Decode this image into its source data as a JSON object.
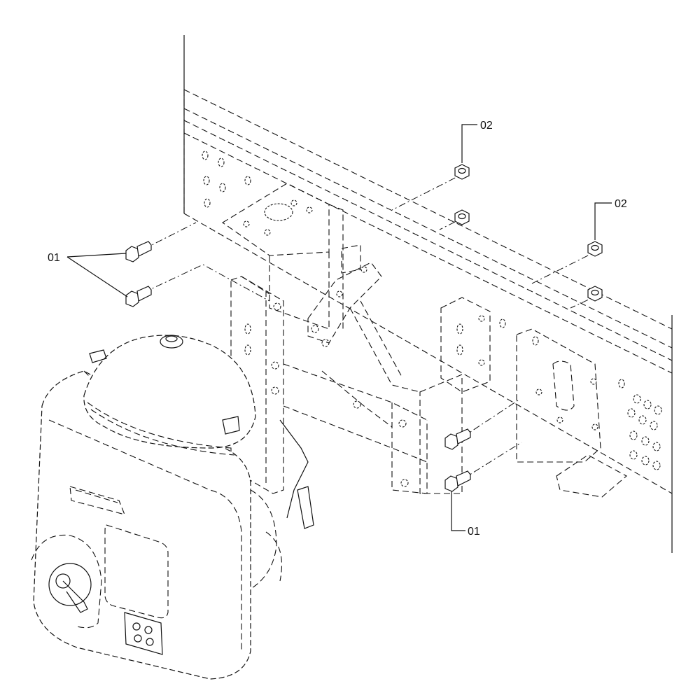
{
  "callouts": {
    "nut_top": "02",
    "nut_right": "02",
    "bolt_left": "01",
    "bolt_bottom": "01"
  }
}
